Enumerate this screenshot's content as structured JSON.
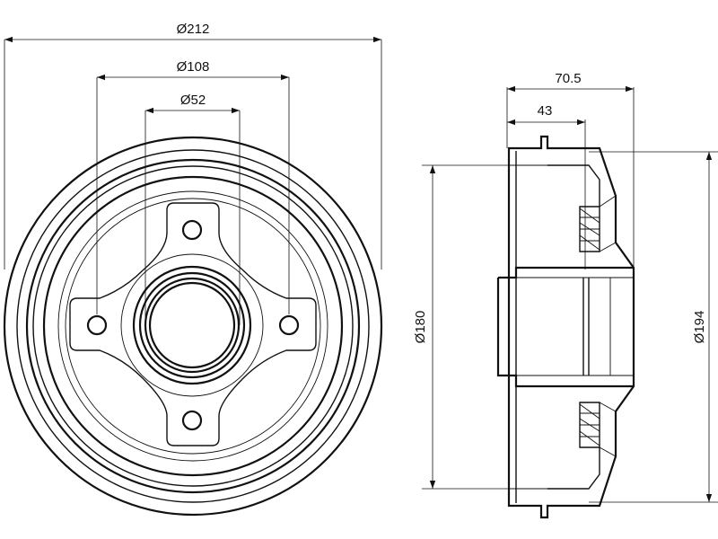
{
  "dimensions": {
    "outer_diameter": "Ø212",
    "bolt_circle": "Ø108",
    "center_bore": "Ø52",
    "overall_height": "70.5",
    "hub_height": "43",
    "inner_diameter": "Ø180",
    "braking_diameter": "Ø194"
  }
}
